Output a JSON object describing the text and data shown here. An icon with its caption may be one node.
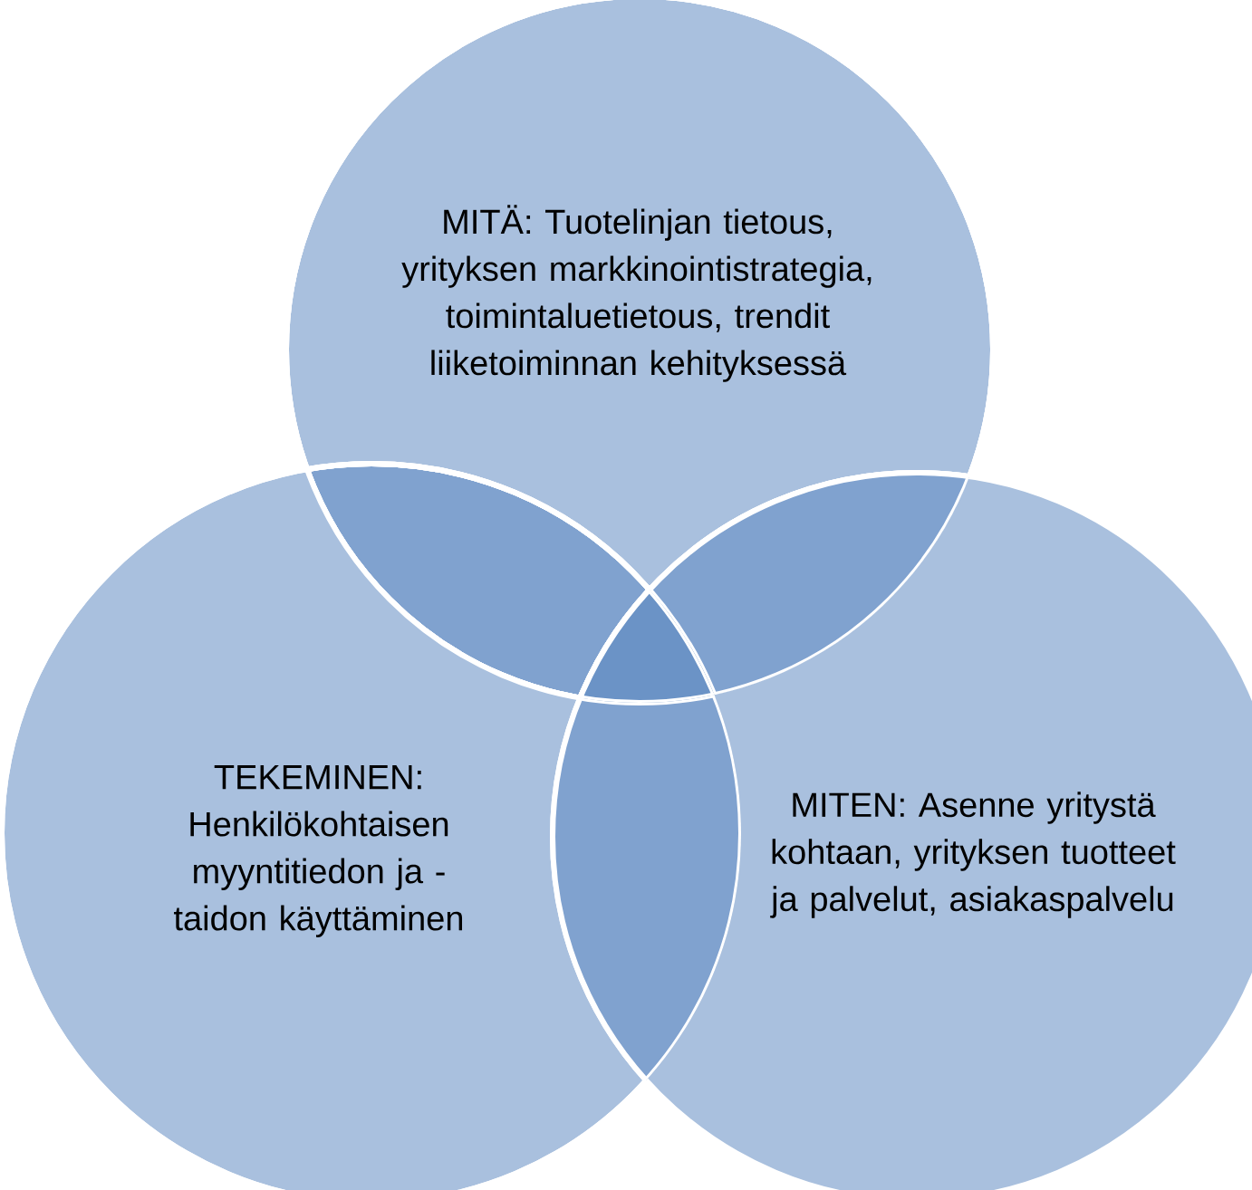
{
  "diagram": {
    "nodes": [
      {
        "text": [
          "MITÄ: Tuotelinjan tietous, yrityksen markkinointistrategia, toimintaluetietous, trendit liiketoiminnan kehityksessä"
        ]
      },
      {
        "text": [
          "TEKEMINEN: Henkilökohtaisen myyntitiedon ja -taidon käyttäminen"
        ]
      },
      {
        "text": [
          "MITEN: Asenne yritystä kohtaan, yrityksen tuotteet ja palvelut, asiakaspalvelu"
        ]
      }
    ]
  }
}
